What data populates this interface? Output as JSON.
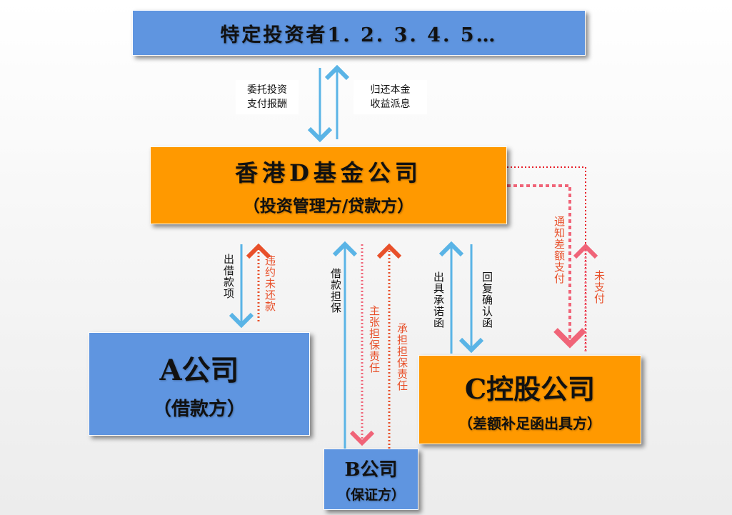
{
  "top_box": {
    "title": "特定投资者1. 2. 3. 4. 5…"
  },
  "flow_labels": {
    "invest": [
      "委托投资",
      "支付报酬"
    ],
    "return": [
      "归还本金",
      "收益派息"
    ]
  },
  "fund_box": {
    "title": "香港D基金公司",
    "subtitle": "（投资管理方/贷款方）"
  },
  "company_a": {
    "title": "A公司",
    "subtitle": "（借款方）"
  },
  "company_b": {
    "title": "B公司",
    "subtitle": "（保证方）"
  },
  "company_c": {
    "title": "C控股公司",
    "subtitle": "（差额补足函出具方）"
  },
  "arrows": {
    "loan": "出借款项",
    "default": "违约未还款",
    "guarantee": "借款担保",
    "claim": "主张担保责任",
    "bear": "承担担保责任",
    "issue": "出具承诺函",
    "reply": "回复确认函",
    "notify": "通知差额支付",
    "unpaid": "未支付"
  },
  "colors": {
    "blue": "#5f95e0",
    "orange": "#ff9900",
    "arrow_blue": "#5ab4e6",
    "red": "#e8502a",
    "pink": "#f06478"
  }
}
